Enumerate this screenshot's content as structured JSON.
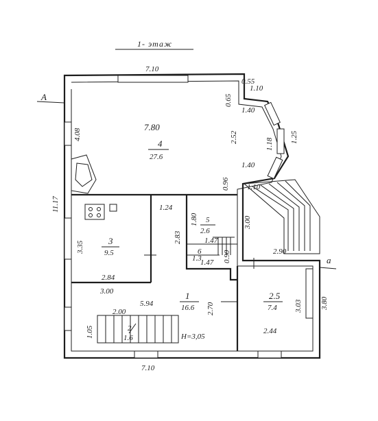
{
  "title": "1- этаж",
  "marks": {
    "left": "А",
    "right": "а",
    "height": "Н=3,05"
  },
  "dimensions": {
    "top": "7.10",
    "bottom": "7.10",
    "left_total": "11.17",
    "left_upper": "4.08",
    "right_total": "3.80",
    "bay_top": "1.10",
    "bay_small": "0.55",
    "bay_side": "0.65",
    "bay_upper": "1.40",
    "bay_middle": "1.18",
    "bay_right": "1.25",
    "bay_lower": "1.40",
    "room4_depth": "2.52",
    "room4_small": "0.96",
    "width_784": "7.80",
    "porch_top": "1.10",
    "porch_height": "3.00",
    "porch_bottom": "2.90",
    "room3_height": "3.35",
    "room3_width": "2.84",
    "room3_bottom": "3.00",
    "corridor_width": "1.24",
    "corridor_height": "2.83",
    "room5_width": "1.80",
    "room5_w2": "1.47",
    "room6_width": "1.47",
    "room6_height": "0.90",
    "hall_width": "5.94",
    "hall_depth": "2.70",
    "stair_width": "2.00",
    "stair_height": "1.05",
    "room25_height": "3.03",
    "room25_width": "2.44"
  },
  "rooms": [
    {
      "num": "4",
      "area": "27.6"
    },
    {
      "num": "3",
      "area": "9.5"
    },
    {
      "num": "5",
      "area": "2.6"
    },
    {
      "num": "6",
      "area": "1.3"
    },
    {
      "num": "1",
      "area": "16.6"
    },
    {
      "num": "2",
      "area": "1.6"
    },
    {
      "num": "2.5",
      "area": "7.4"
    }
  ]
}
